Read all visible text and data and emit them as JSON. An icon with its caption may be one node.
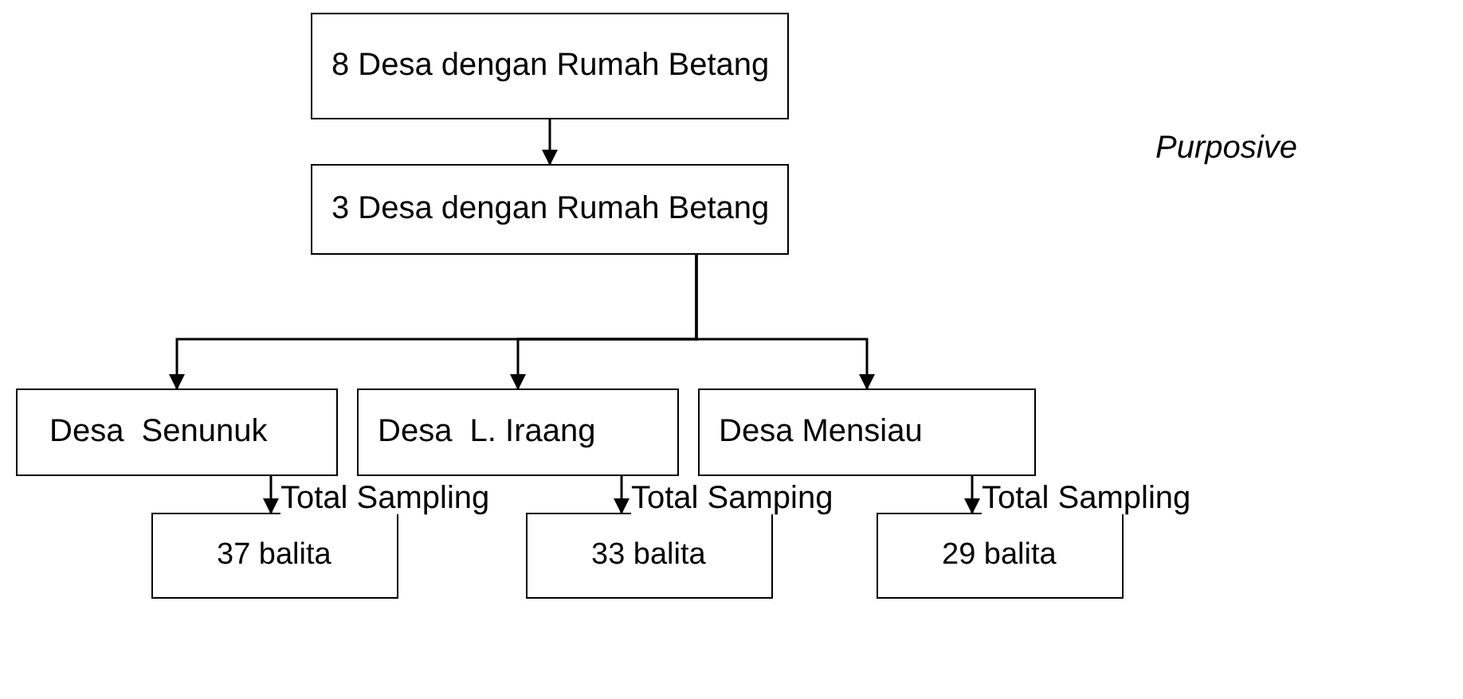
{
  "diagram": {
    "nodes": [
      {
        "text": [
          "8 Desa dengan Rumah Betang"
        ]
      },
      {
        "text": [
          "3 Desa dengan Rumah Betang"
        ]
      },
      {
        "text": [
          "Desa  Senunuk"
        ]
      },
      {
        "text": [
          "Desa  L. Iraang"
        ]
      },
      {
        "text": [
          "Desa Mensiau"
        ]
      },
      {
        "text": [
          "37 balita"
        ]
      },
      {
        "text": [
          "33 balita"
        ]
      },
      {
        "text": [
          "29 balita"
        ]
      }
    ],
    "edges": [
      {
        "from": 0,
        "to": 1,
        "arrow": "to"
      },
      {
        "from": 1,
        "to": 2,
        "arrow": "to"
      },
      {
        "from": 1,
        "to": 3,
        "arrow": "to"
      },
      {
        "from": 1,
        "to": 4,
        "arrow": "to"
      },
      {
        "from": 2,
        "to": 5,
        "arrow": "to",
        "label": "Total Sampling"
      },
      {
        "from": 3,
        "to": 6,
        "arrow": "to",
        "label": "Total Samping"
      },
      {
        "from": 4,
        "to": 7,
        "arrow": "to",
        "label": "Total Sampling"
      }
    ],
    "labels": [
      "Purposive"
    ]
  }
}
